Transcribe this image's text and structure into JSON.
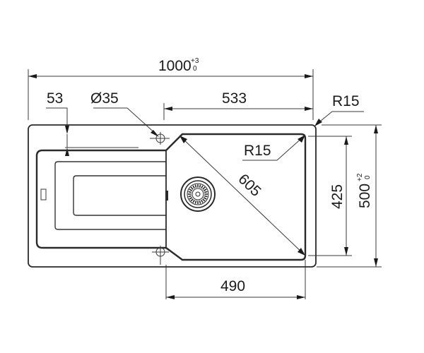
{
  "drawing": {
    "subject": "Kitchen sink with drainer — top view dimension drawing",
    "units": "mm",
    "line_color": "#2a2a2a",
    "background": "#ffffff"
  },
  "dimensions": {
    "overall_width": {
      "value": "1000",
      "tol_upper": "+3",
      "tol_lower": "0"
    },
    "overall_depth": {
      "value": "500",
      "tol_upper": "+2",
      "tol_lower": "0"
    },
    "bowl_width_top": {
      "value": "533"
    },
    "bowl_width_bottom": {
      "value": "490"
    },
    "bowl_depth": {
      "value": "425"
    },
    "bowl_diagonal": {
      "value": "605"
    },
    "edge_offset": {
      "value": "53"
    },
    "tap_hole_diameter": {
      "value": "Ø35"
    },
    "outer_corner_radius": {
      "value": "R15"
    },
    "bowl_corner_radius": {
      "value": "R15"
    }
  }
}
